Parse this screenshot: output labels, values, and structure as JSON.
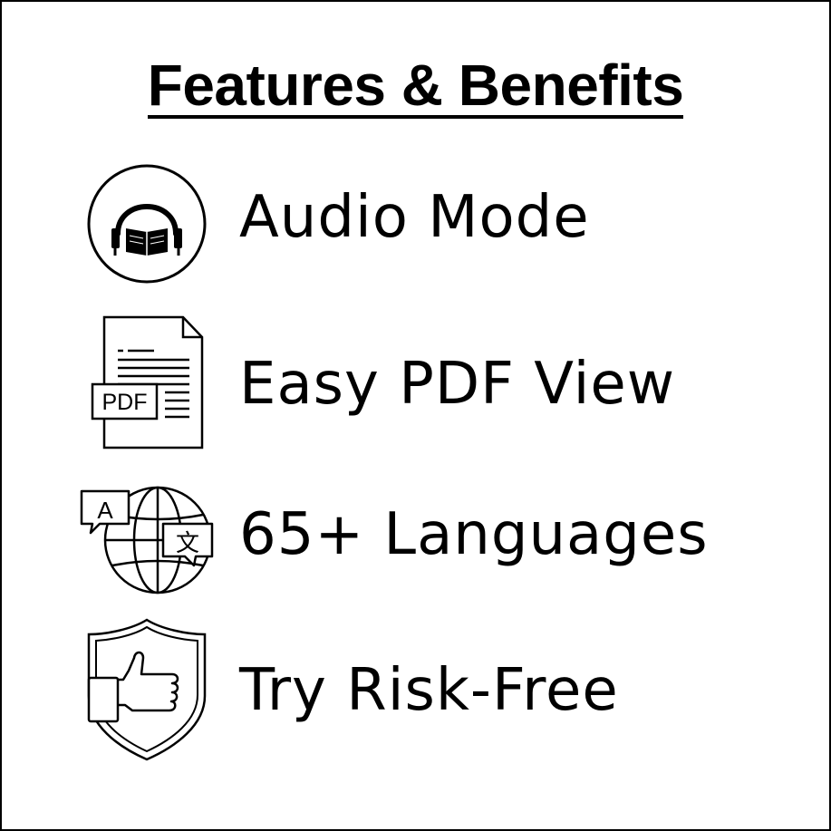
{
  "title": "Features & Benefits",
  "features": [
    {
      "label": "Audio Mode",
      "icon": "audiobook-headphones-icon"
    },
    {
      "label": "Easy PDF View",
      "icon": "pdf-document-icon"
    },
    {
      "label": "65+ Languages",
      "icon": "globe-translate-icon"
    },
    {
      "label": "Try Risk-Free",
      "icon": "shield-thumbs-up-icon"
    }
  ],
  "pdf_badge_text": "PDF",
  "translate_glyphs": [
    "A",
    "文"
  ],
  "colors": {
    "ink": "#000000",
    "background": "#ffffff"
  }
}
